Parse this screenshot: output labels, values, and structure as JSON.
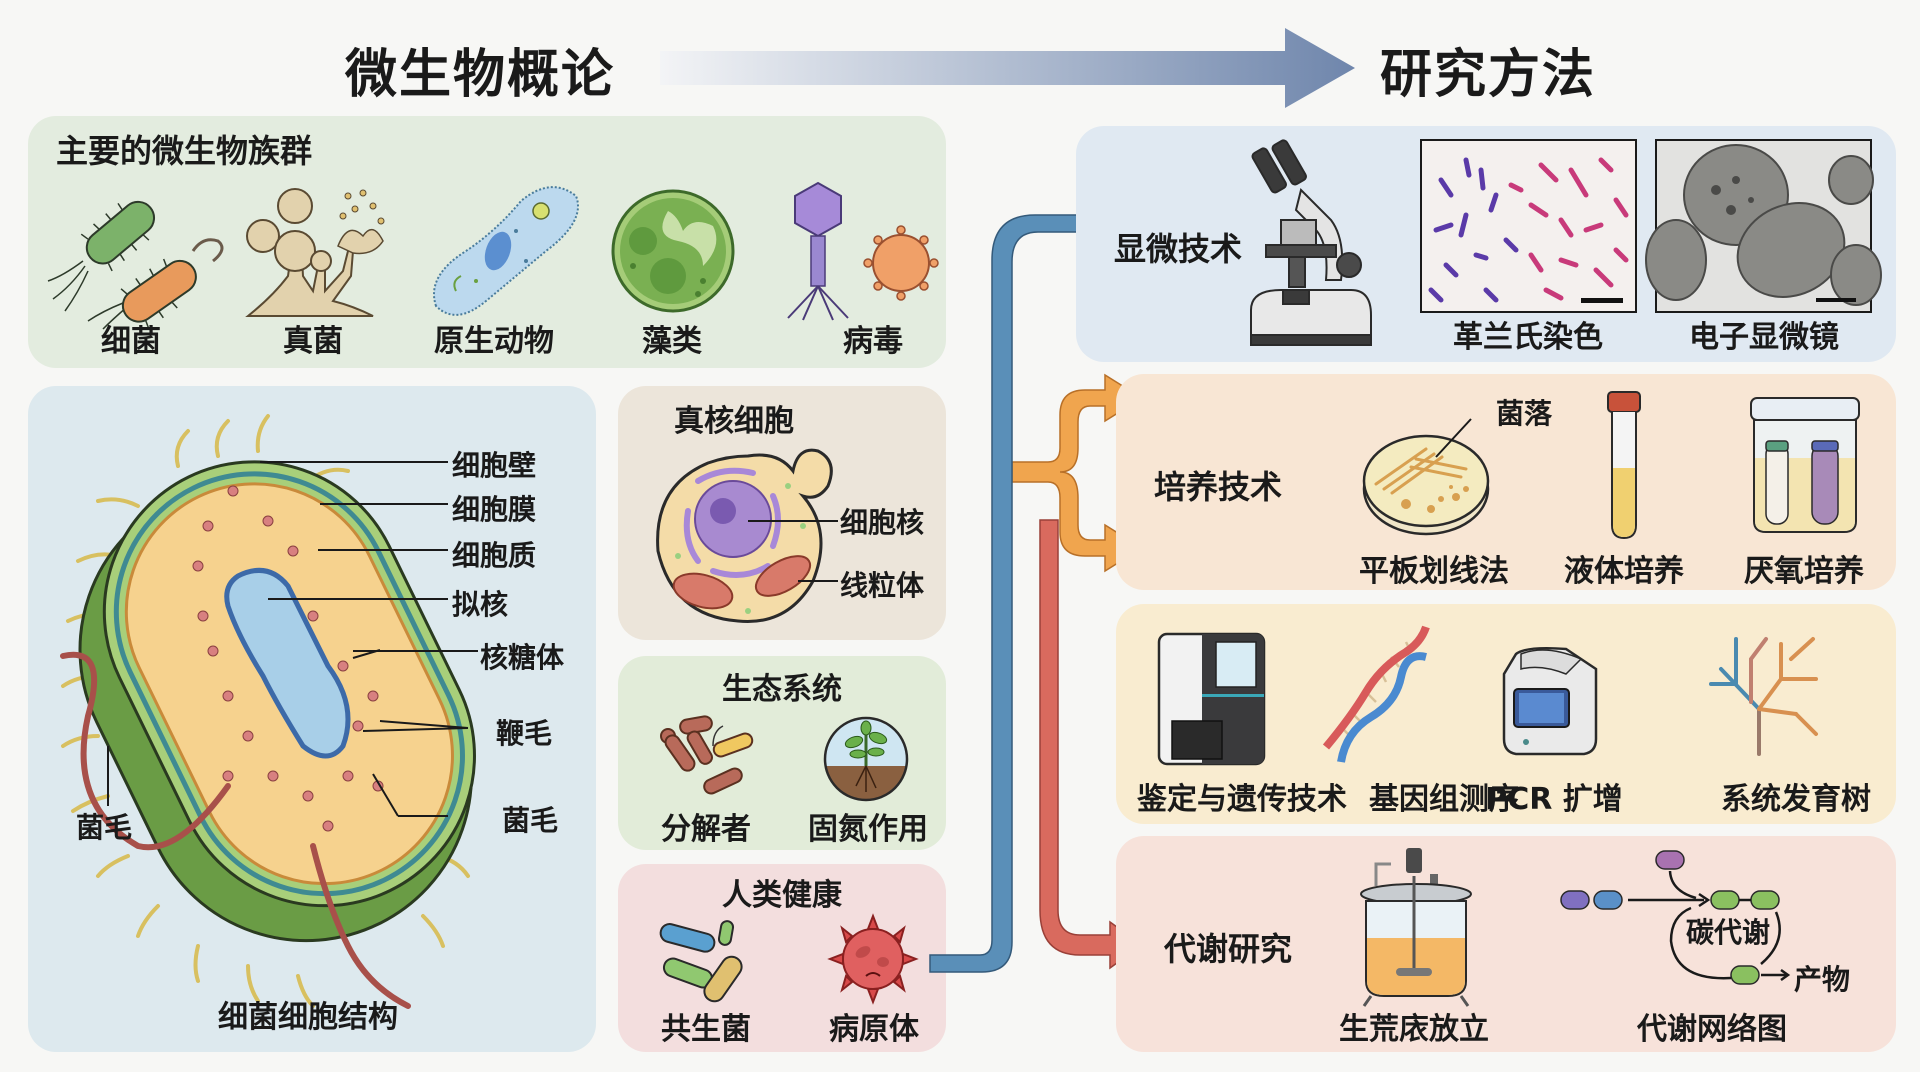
{
  "header": {
    "left_title": "微生物概论",
    "right_title": "研究方法"
  },
  "colors": {
    "header_arrow_start": "#eef0f3",
    "header_arrow_end": "#6f86ac",
    "groups_panel": "#e3ecdf",
    "cell_panel": "#dde9ee",
    "eukaryote_panel": "#ece5da",
    "ecology_panel": "#e2ecd9",
    "health_panel": "#f3dede",
    "microscopy_panel": "#e0e9f2",
    "culture_panel": "#f8e6d4",
    "genetics_panel": "#f9ecd0",
    "metabolism_panel": "#f7e2da",
    "arrow_blue": "#5a8fb8",
    "arrow_orange": "#f0a54e",
    "arrow_red": "#d96a5e"
  },
  "overview": {
    "groups": {
      "title": "主要的微生物族群",
      "items": [
        {
          "label": "细菌",
          "icon": "bacteria-icon"
        },
        {
          "label": "真菌",
          "icon": "fungi-icon"
        },
        {
          "label": "原生动物",
          "icon": "protozoa-icon"
        },
        {
          "label": "藻类",
          "icon": "algae-icon"
        },
        {
          "label": "病毒",
          "icon": "virus-icon"
        }
      ]
    },
    "bacterial_cell": {
      "caption": "细菌细胞结构",
      "labels": {
        "cell_wall": "细胞壁",
        "cell_membrane": "细胞膜",
        "cytoplasm": "细胞质",
        "nucleoid": "拟核",
        "ribosome": "核糖体",
        "flagellum": "鞭毛",
        "pilus_left": "菌毛",
        "pilus_right": "菌毛"
      }
    },
    "eukaryote": {
      "title": "真核细胞",
      "labels": {
        "nucleus": "细胞核",
        "mitochondria": "线粒体"
      }
    },
    "ecology": {
      "title": "生态系统",
      "items": [
        {
          "label": "分解者",
          "icon": "decomposer-icon"
        },
        {
          "label": "固氮作用",
          "icon": "nitrogen-fixation-icon"
        }
      ]
    },
    "health": {
      "title": "人类健康",
      "items": [
        {
          "label": "共生菌",
          "icon": "symbiont-icon"
        },
        {
          "label": "病原体",
          "icon": "pathogen-icon"
        }
      ]
    }
  },
  "methods": {
    "microscopy": {
      "title": "显微技术",
      "items": [
        {
          "label": "革兰氏染色"
        },
        {
          "label": "电子显微镜"
        }
      ]
    },
    "culture": {
      "title": "培养技术",
      "colony_label": "菌落",
      "items": [
        {
          "label": "平板划线法"
        },
        {
          "label": "液体培养"
        },
        {
          "label": "厌氧培养"
        }
      ]
    },
    "genetics": {
      "title": "鉴定与遗传技术",
      "items": [
        {
          "label": "基因组测序"
        },
        {
          "label": "PCR 扩增"
        },
        {
          "label": "系统发育树"
        }
      ]
    },
    "metabolism": {
      "title": "代谢研究",
      "items": [
        {
          "label": "生荒庡放立"
        },
        {
          "label": "代谢网络图"
        }
      ],
      "network": {
        "center_label": "碳代谢",
        "product_label": "产物"
      }
    }
  }
}
